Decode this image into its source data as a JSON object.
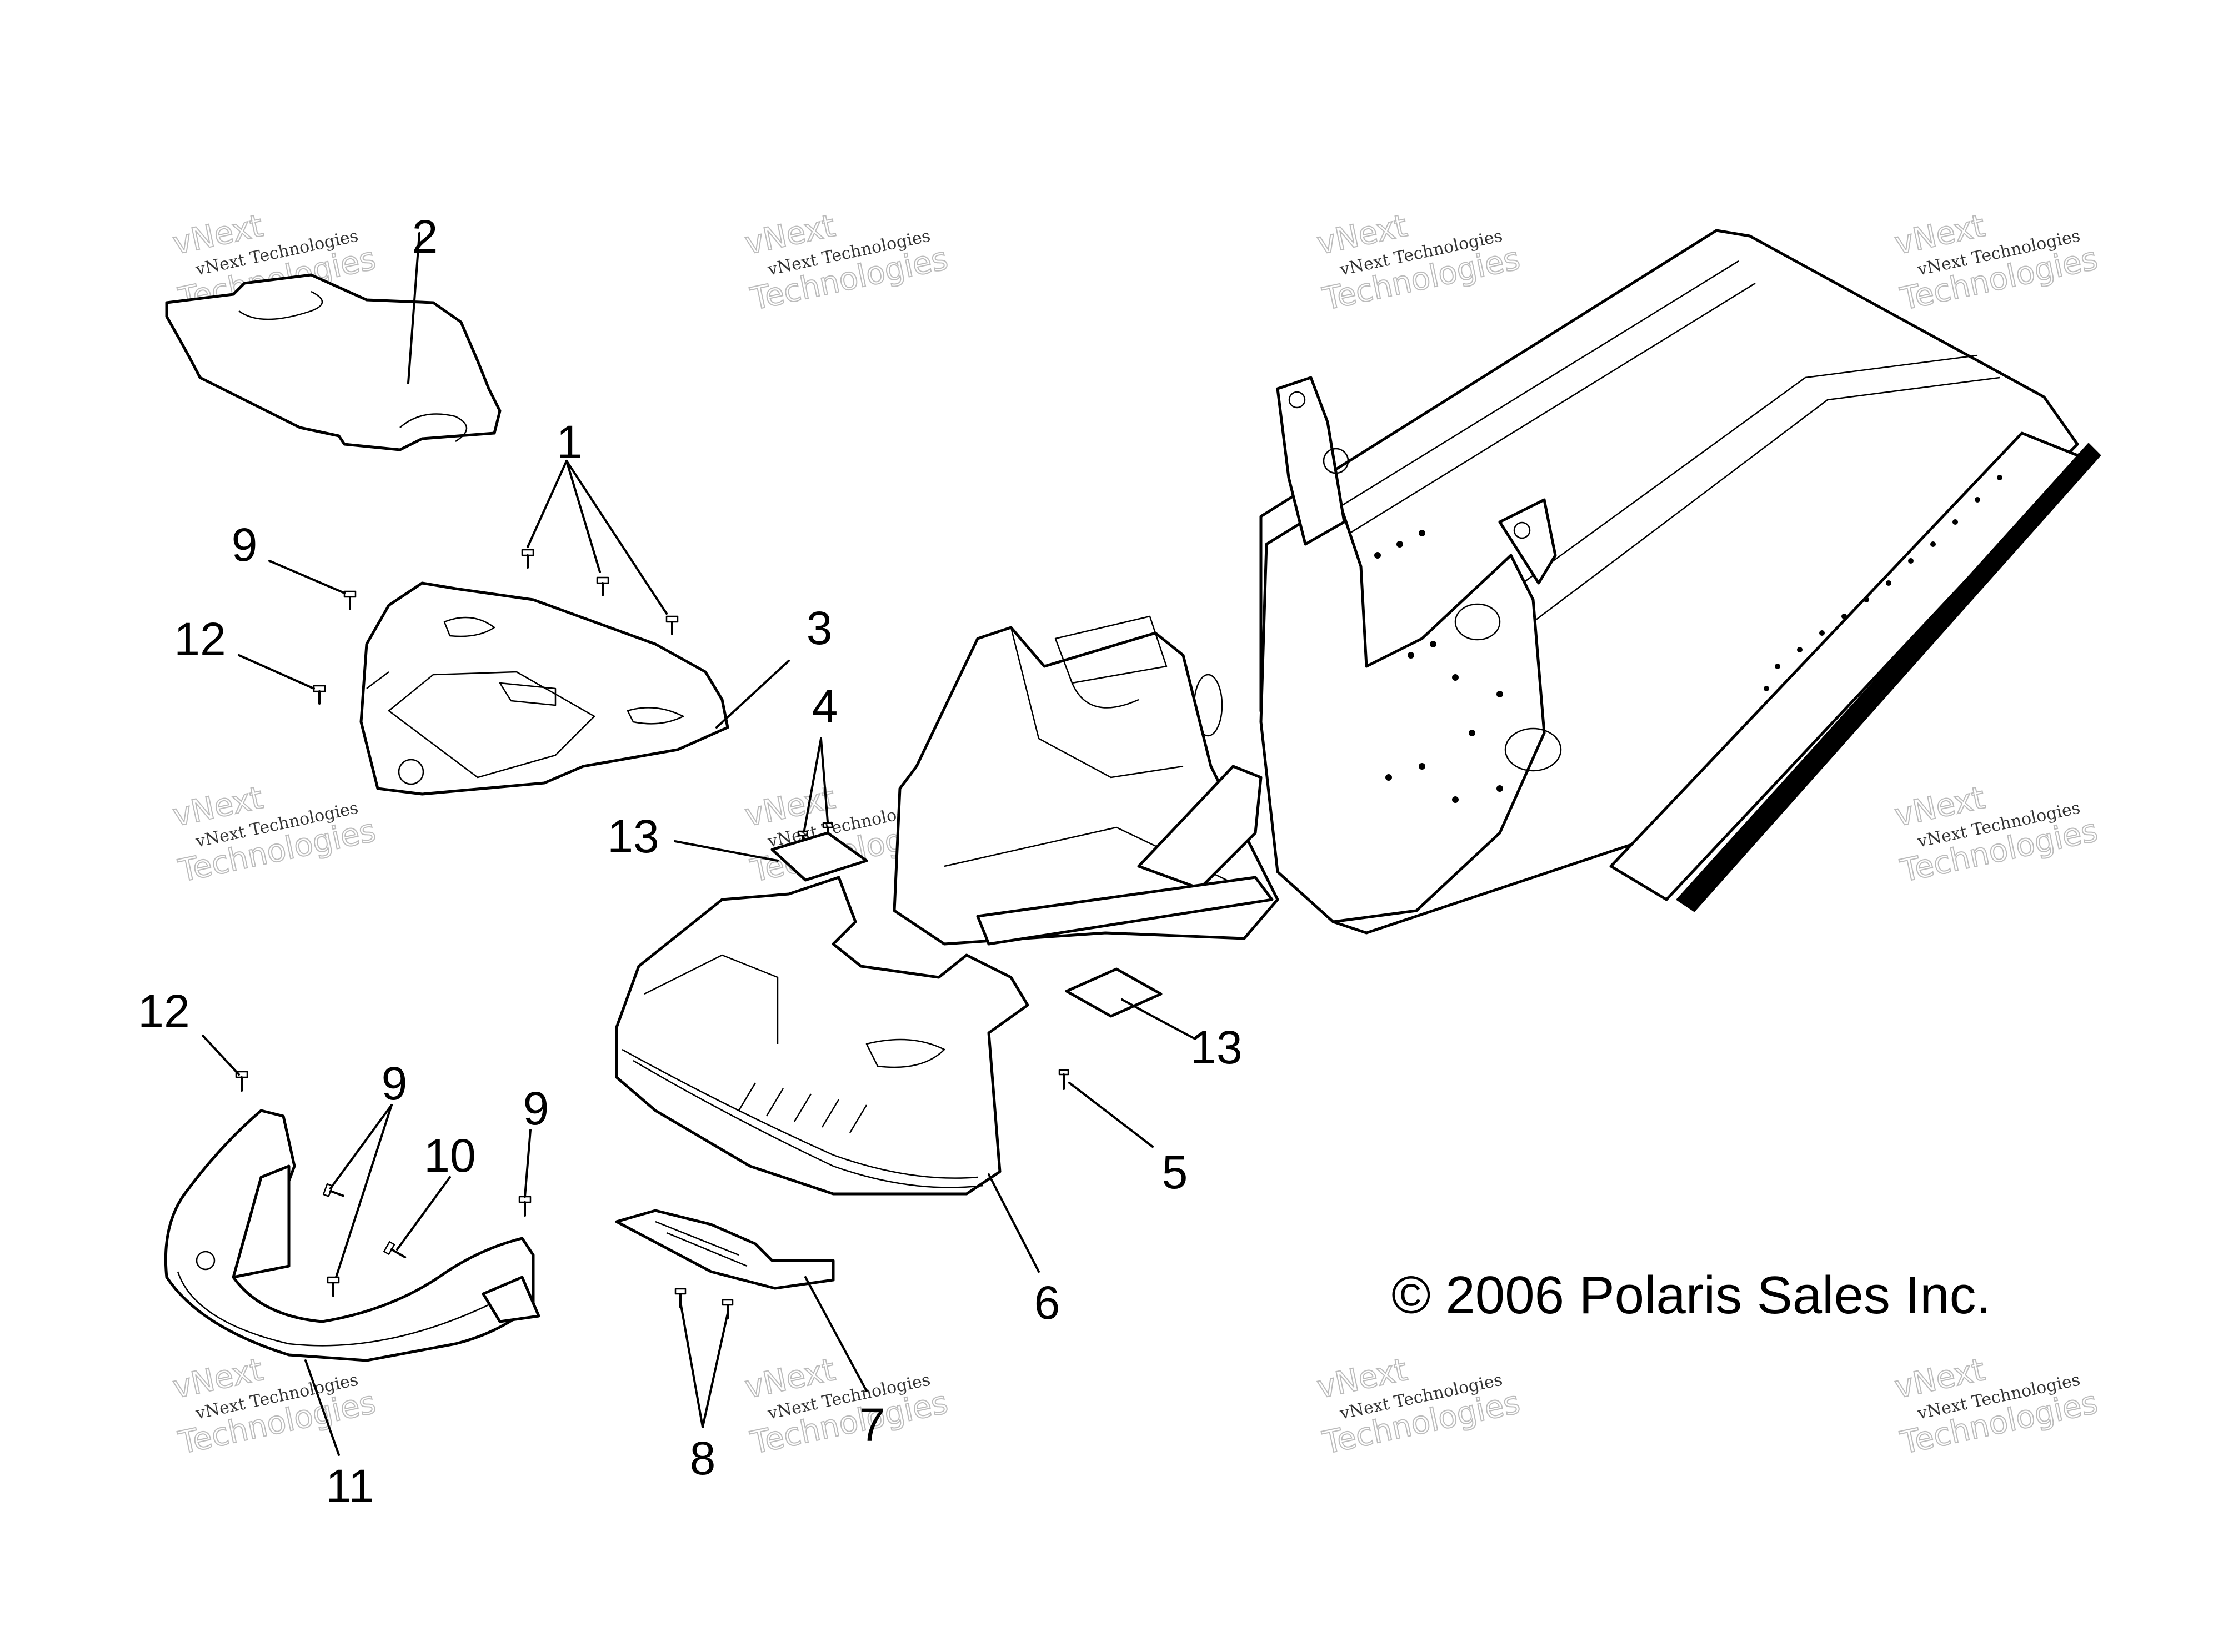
{
  "callouts": [
    "1",
    "2",
    "3",
    "4",
    "5",
    "6",
    "7",
    "8",
    "9",
    "10",
    "11",
    "12",
    "13"
  ],
  "copyright": "© 2006 Polaris Sales Inc.",
  "watermark": {
    "top": "vNext",
    "line1": "vNext Technologies",
    "line2": "Technologies"
  },
  "colors": {
    "line": "#000000",
    "background": "#ffffff",
    "watermark": "#bbbbbb"
  }
}
